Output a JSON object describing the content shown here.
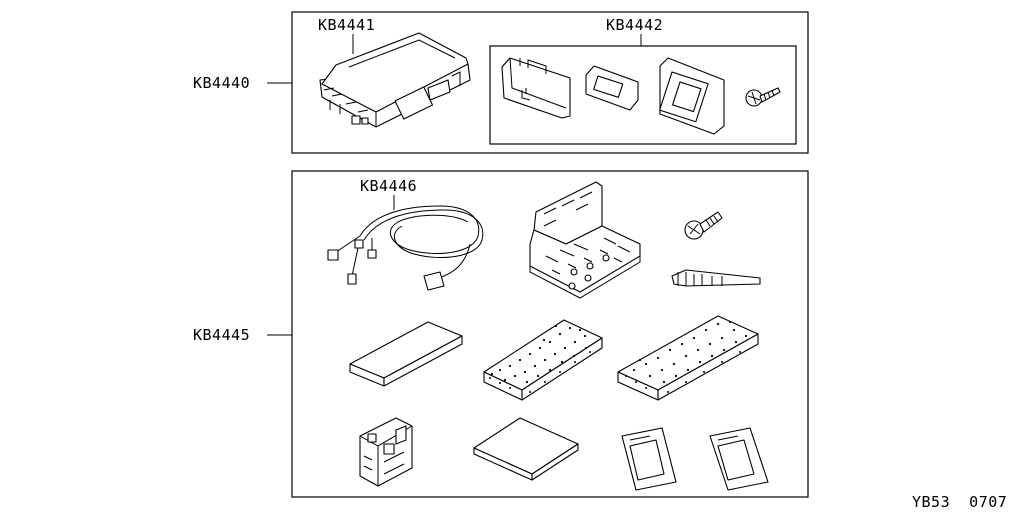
{
  "assemblies": {
    "upper": {
      "code": "KB4440",
      "subparts": [
        {
          "code": "KB4441",
          "icon": "control-unit-icon"
        },
        {
          "code": "KB4442",
          "icon": "switch-bezel-kit-icon"
        }
      ]
    },
    "lower": {
      "code": "KB4445",
      "subparts": [
        {
          "code": "KB4446",
          "icon": "wire-harness-icon"
        }
      ],
      "unlabeled_items": [
        "mounting-bracket-icon",
        "bolt-icon",
        "cable-tie-icon",
        "flat-pad-icon",
        "foam-pad-small-icon",
        "foam-pad-large-icon",
        "connector-clip-icon",
        "square-sheet-icon",
        "adhesive-patch-icon",
        "adhesive-patch-icon"
      ]
    }
  },
  "diagram_code": "YB53  0707"
}
